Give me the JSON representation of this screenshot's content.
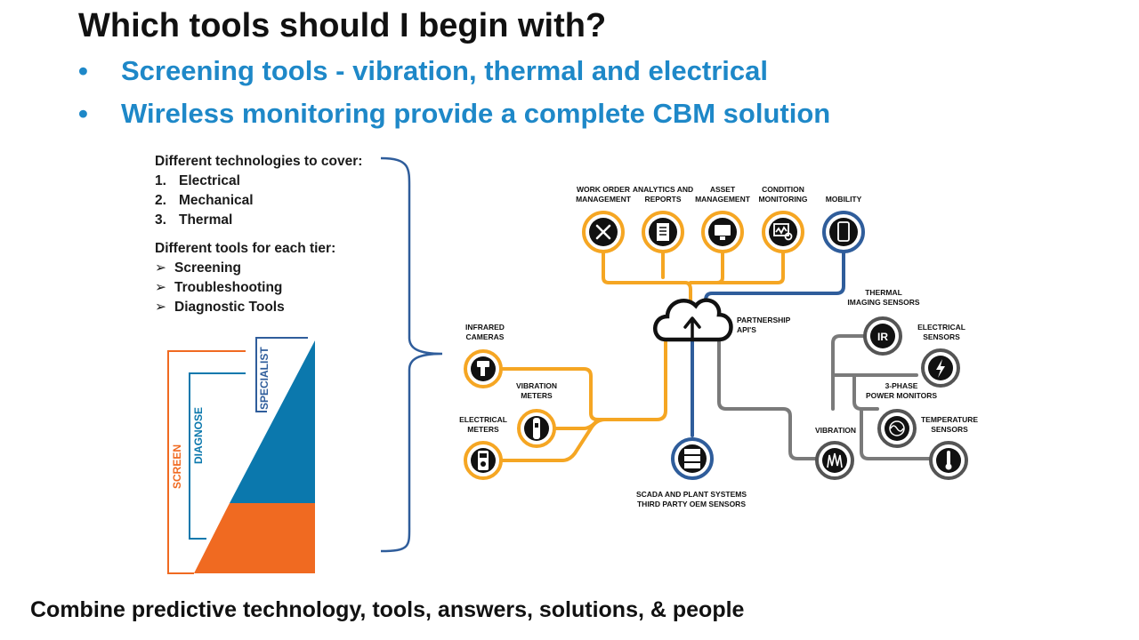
{
  "slide": {
    "title": "Which tools should I begin with?",
    "bullets": [
      "Screening tools - vibration, thermal and electrical",
      "Wireless monitoring provide a complete CBM solution"
    ],
    "bullet_marker": "•",
    "notes": {
      "heading1": "Different technologies to cover:",
      "technologies": [
        {
          "num": "1.",
          "label": "Electrical"
        },
        {
          "num": "2.",
          "label": "Mechanical"
        },
        {
          "num": "3.",
          "label": "Thermal"
        }
      ],
      "heading2": "Different tools for each tier:",
      "arrow": "➢",
      "tiers": [
        "Screening",
        "Troubleshooting",
        "Diagnostic Tools"
      ]
    },
    "pyramid": {
      "screen": "SCREEN",
      "diagnose": "DIAGNOSE",
      "specialist": "SPECIALIST"
    },
    "footer": "Combine predictive technology, tools, answers, solutions, & people"
  },
  "diagram": {
    "top_nodes": [
      {
        "line1": "WORK ORDER",
        "line2": "MANAGEMENT",
        "icon": "wrench-screwdriver-icon"
      },
      {
        "line1": "ANALYTICS AND",
        "line2": "REPORTS",
        "icon": "clipboard-icon"
      },
      {
        "line1": "ASSET",
        "line2": "MANAGEMENT",
        "icon": "monitor-icon"
      },
      {
        "line1": "CONDITION",
        "line2": "MONITORING",
        "icon": "magnifier-chart-icon"
      },
      {
        "line1": "MOBILITY",
        "line2": "",
        "icon": "phone-icon"
      }
    ],
    "cloud": {
      "line1": "PARTNERSHIP",
      "line2": "API'S",
      "icon": "cloud-upload-icon"
    },
    "left_nodes": [
      {
        "line1": "INFRARED",
        "line2": "CAMERAS",
        "icon": "thermal-camera-icon"
      },
      {
        "line1": "VIBRATION",
        "line2": "METERS",
        "icon": "vibration-pen-icon"
      },
      {
        "line1": "ELECTRICAL",
        "line2": "METERS",
        "icon": "multimeter-icon"
      }
    ],
    "bottom_node": {
      "line1": "SCADA AND PLANT SYSTEMS",
      "line2": "THIRD PARTY OEM SENSORS",
      "icon": "server-icon"
    },
    "right_nodes": [
      {
        "line1": "THERMAL",
        "line2": "IMAGING SENSORS",
        "icon": "ir-sensor-icon",
        "icon_text": "IR"
      },
      {
        "line1": "ELECTRICAL",
        "line2": "SENSORS",
        "icon": "lightning-sensor-icon"
      },
      {
        "line1": "3-PHASE",
        "line2": "POWER MONITORS",
        "icon": "power-monitor-icon"
      },
      {
        "line1": "VIBRATION",
        "line2": "",
        "icon": "vibration-sensor-icon"
      },
      {
        "line1": "TEMPERATURE",
        "line2": "SENSORS",
        "icon": "thermometer-icon"
      }
    ],
    "colors": {
      "orange": "#f5a623",
      "blue": "#2f5d9b",
      "gray": "#7a7a7a",
      "dark": "#111111",
      "pyramid_blue": "#0b78ad",
      "pyramid_orange": "#f06a21",
      "bullet_blue": "#1e88c8"
    }
  }
}
